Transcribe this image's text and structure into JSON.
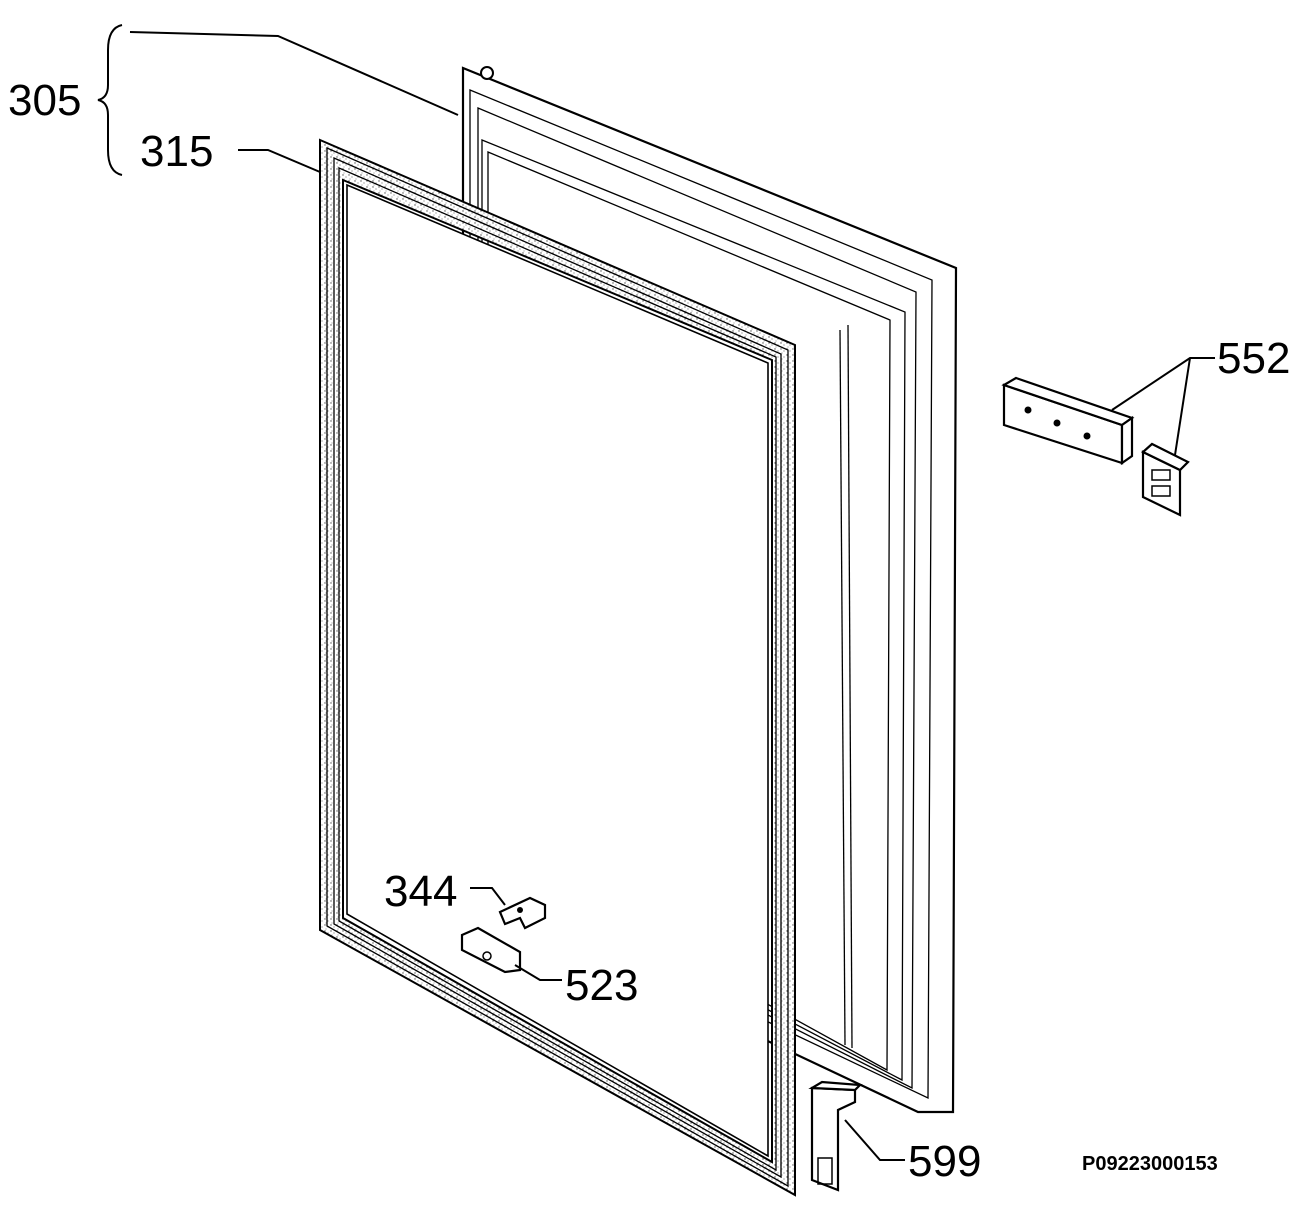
{
  "callouts": {
    "c305": "305",
    "c315": "315",
    "c552": "552",
    "c344": "344",
    "c523": "523",
    "c599": "599"
  },
  "reference_code": "P09223000153"
}
